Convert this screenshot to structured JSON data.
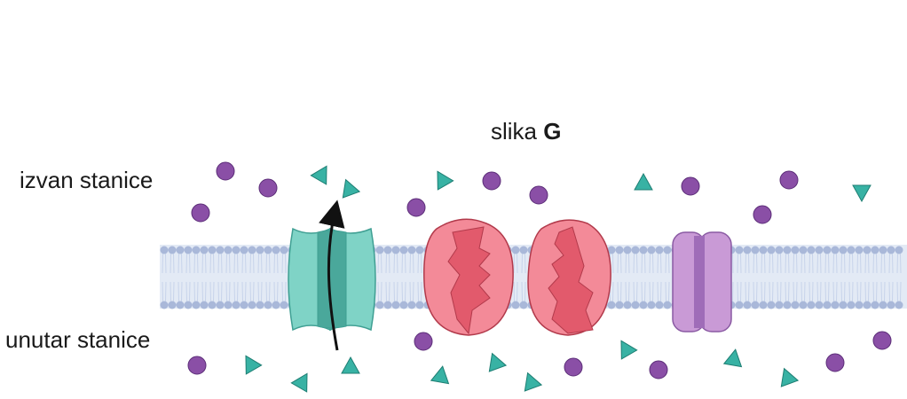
{
  "title": {
    "text": "slika",
    "letter": "G"
  },
  "labels": {
    "outside": "izvan stanice",
    "inside": "unutar stanice"
  },
  "colors": {
    "membrane_head": "#a9b8d9",
    "membrane_tail": "#c7d3ea",
    "membrane_bg": "#e3eaf5",
    "circle": "#8a4fa6",
    "triangle": "#38b2a4",
    "channel_teal": "#7fd3c6",
    "channel_teal_dark": "#4aa89b",
    "carrier_pink": "#f38a98",
    "carrier_red": "#e25a6c",
    "channel_purple": "#c99ad6",
    "channel_purple_dark": "#9f6cb8",
    "arrow": "#111111"
  },
  "icons": [
    "circle-molecule-icon",
    "triangle-molecule-icon",
    "arrow-icon"
  ]
}
